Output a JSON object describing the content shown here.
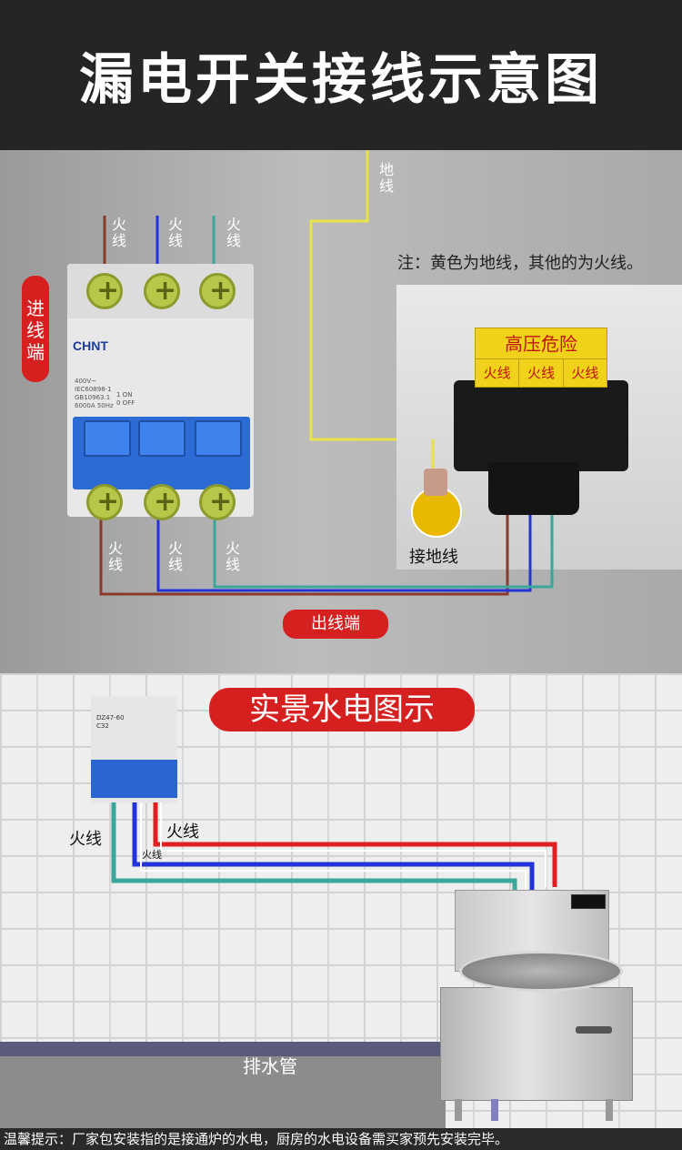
{
  "header": {
    "title": "漏电开关接线示意图"
  },
  "diagram": {
    "ground_label": "地线",
    "live_label": "火线",
    "input_label": "进线端",
    "output_label": "出线端",
    "note": "注：黄色为地线，其他的为火线。",
    "grounding_label": "接地线",
    "brand": "CHNT",
    "specs": [
      "400V~",
      "IEC60898-1",
      "GB10963.1",
      "6000A 50Hz"
    ],
    "on": "1 ON",
    "off": "0 OFF",
    "warning_title": "高压危险",
    "warning_cells": [
      "火线",
      "火线",
      "火线"
    ]
  },
  "scene": {
    "title": "实景水电图示",
    "live_left": "火线",
    "live_right": "火线",
    "live_small": "火线",
    "model": "DZ47-60",
    "model_sub": "C32",
    "drain": "排水管"
  },
  "footer": {
    "tip": "温馨提示：厂家包安装指的是接通炉的水电，厨房的水电设备需买家预先安装完毕。"
  },
  "colors": {
    "red": "#d62020",
    "blue": "#2233dd",
    "teal": "#3aa79a",
    "yellow": "#e8e24a",
    "brown": "#8a3a2a"
  }
}
